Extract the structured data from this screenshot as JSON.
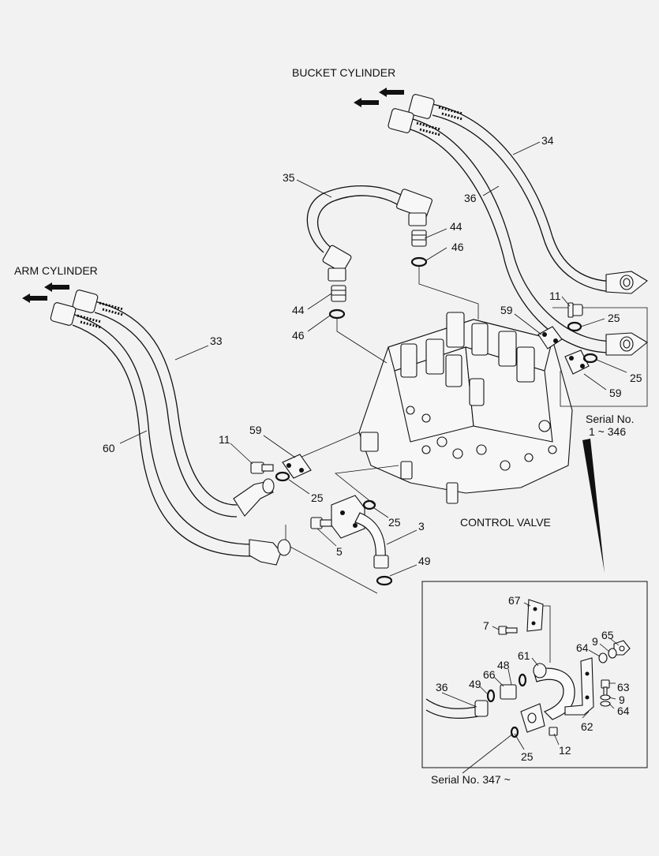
{
  "headings": {
    "bucket_cylinder": "BUCKET CYLINDER",
    "arm_cylinder": "ARM CYLINDER",
    "control_valve": "CONTROL VALVE",
    "serial_early_line1": "Serial No.",
    "serial_early_line2": "1 ~ 346",
    "serial_late": "Serial No. 347 ~"
  },
  "callouts": {
    "c34": "34",
    "c36": "36",
    "c35": "35",
    "c44a": "44",
    "c46a": "46",
    "c44b": "44",
    "c46b": "46",
    "c11a": "11",
    "c25a": "25",
    "c59a": "59",
    "c25b": "25",
    "c59b": "59",
    "c33": "33",
    "c60": "60",
    "c11b": "11",
    "c59c": "59",
    "c25c": "25",
    "c25d": "25",
    "c3": "3",
    "c5": "5",
    "c49": "49",
    "d67": "67",
    "d7": "7",
    "d65": "65",
    "d9a": "9",
    "d64a": "64",
    "d61": "61",
    "d48": "48",
    "d66": "66",
    "d49": "49",
    "d36": "36",
    "d63": "63",
    "d9b": "9",
    "d64b": "64",
    "d62": "62",
    "d12": "12",
    "d25": "25"
  },
  "palette": {
    "line": "#111111",
    "background": "#f2f2f2"
  }
}
